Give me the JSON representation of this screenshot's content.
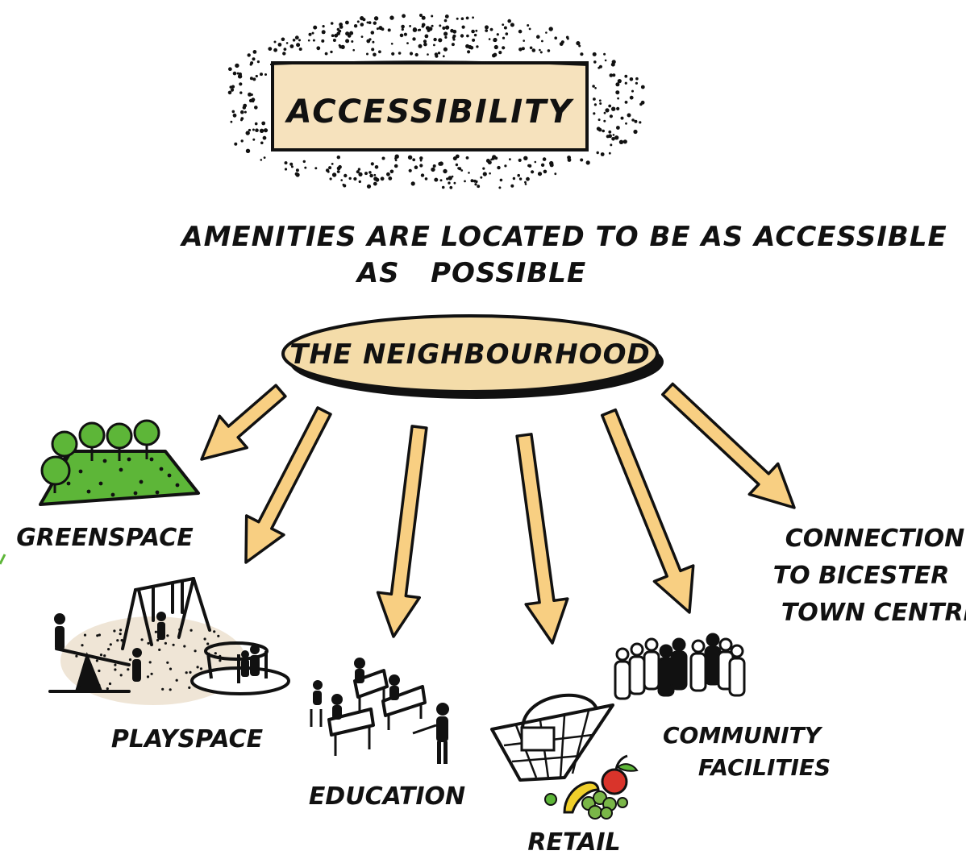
{
  "title": "ACCESSIBILITY",
  "subtitle": {
    "line1": "AMENITIES ARE LOCATED TO BE AS ACCESSIBLE",
    "line2": "AS   POSSIBLE"
  },
  "hub": "THE NEIGHBOURHOOD",
  "amenities": [
    {
      "id": "greenspace",
      "label": "GREENSPACE",
      "icon": "park-trees-icon"
    },
    {
      "id": "playspace",
      "label": "PLAYSPACE",
      "icon": "playground-icon"
    },
    {
      "id": "education",
      "label": "EDUCATION",
      "icon": "classroom-icon"
    },
    {
      "id": "retail",
      "label": "RETAIL",
      "icon": "shopping-basket-icon"
    },
    {
      "id": "community",
      "label_line1": "COMMUNITY",
      "label_line2": "FACILITIES",
      "icon": "people-group-icon"
    },
    {
      "id": "connection",
      "label_line1": "CONNECTION",
      "label_line2": "TO BICESTER",
      "label_line3": "TOWN CENTRE",
      "icon": "none"
    }
  ],
  "colors": {
    "box_fill": "#f6e2bd",
    "hub_fill": "#f4dca9",
    "arrow_fill": "#f8cf82",
    "green": "#5db638",
    "apple_red": "#d9342b",
    "banana_yellow": "#f0cf2a",
    "ink": "#111111"
  }
}
